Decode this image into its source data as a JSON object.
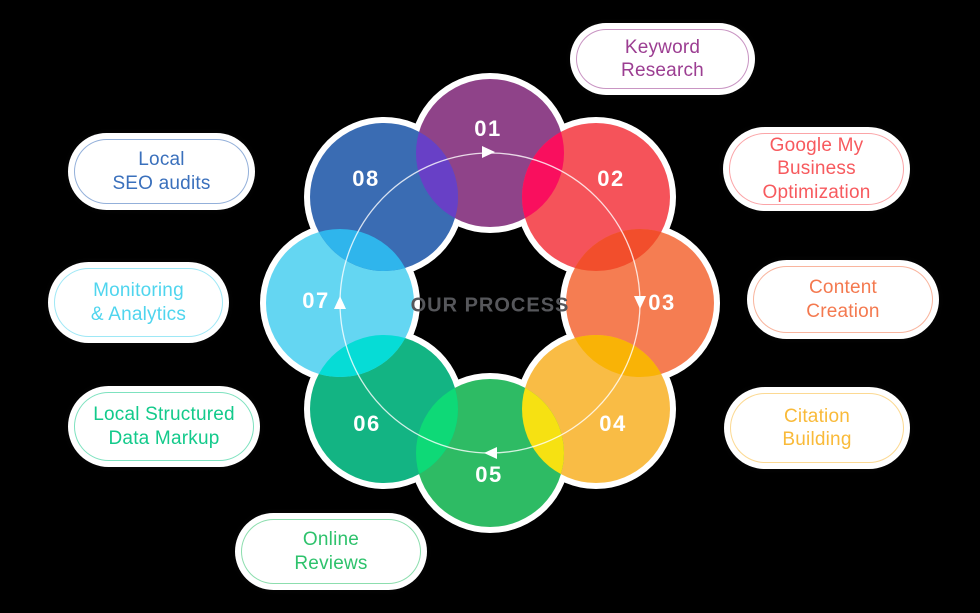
{
  "title": "OUR PROCESS",
  "title_color": "#56575B",
  "flow": {
    "direction": "clockwise",
    "path_color": "#FFFFFF",
    "arrow_color": "#FFFFFF"
  },
  "steps": [
    {
      "num": "01",
      "label": "Keyword\nResearch",
      "circle_color": "#8F4389",
      "text_color": "#9C3E92",
      "border_color": "#9C3E928C"
    },
    {
      "num": "02",
      "label": "Google My\nBusiness\nOptimization",
      "circle_color": "#F5535A",
      "text_color": "#F75A5E",
      "border_color": "#F75A5E8C"
    },
    {
      "num": "03",
      "label": "Content\nCreation",
      "circle_color": "#F57D52",
      "text_color": "#F4794F",
      "border_color": "#F4794F8C"
    },
    {
      "num": "04",
      "label": "Citation\nBuilding",
      "circle_color": "#F9BC45",
      "text_color": "#F9BA39",
      "border_color": "#F9BA398C"
    },
    {
      "num": "05",
      "label": "Online\nReviews",
      "circle_color": "#2EBB64",
      "text_color": "#2EC26C",
      "border_color": "#2EC26C8C"
    },
    {
      "num": "06",
      "label": "Local Structured\nData Markup",
      "circle_color": "#13B483",
      "text_color": "#13CA8B",
      "border_color": "#13CA8B8C"
    },
    {
      "num": "07",
      "label": "Monitoring\n& Analytics",
      "circle_color": "#64D6F2",
      "text_color": "#4FD5EE",
      "border_color": "#4FD5EE8C"
    },
    {
      "num": "08",
      "label": "Local\nSEO audits",
      "circle_color": "#3A6CB3",
      "text_color": "#3A70BC",
      "border_color": "#3A70BC8C"
    }
  ],
  "overlaps": [
    {
      "between": "08-01",
      "color": "#6840C6"
    },
    {
      "between": "01-02",
      "color": "#F90F5E"
    },
    {
      "between": "02-03",
      "color": "#F24E2C"
    },
    {
      "between": "03-04",
      "color": "#F9B306"
    },
    {
      "between": "04-05",
      "color": "#F6E112"
    },
    {
      "between": "05-06",
      "color": "#0ED977"
    },
    {
      "between": "06-07",
      "color": "#06DCD6"
    },
    {
      "between": "07-08",
      "color": "#2FB5EC"
    }
  ]
}
